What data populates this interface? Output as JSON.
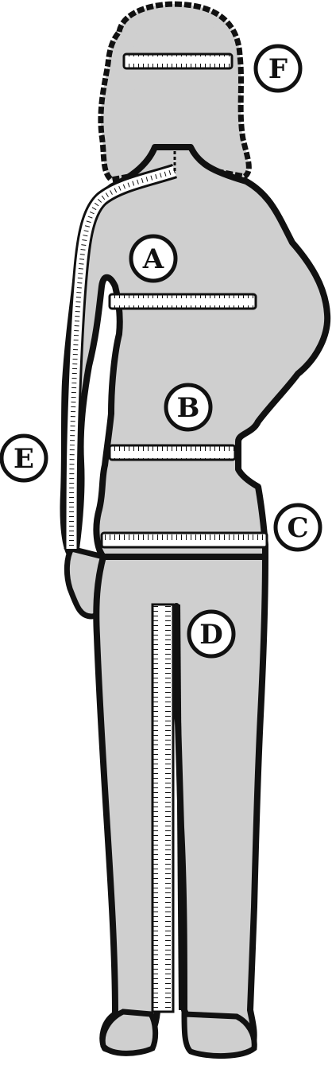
{
  "diagram": {
    "colors": {
      "body_fill": "#cfcfcf",
      "outline": "#111111",
      "tape": "#ffffff",
      "background": "#ffffff"
    },
    "labels": {
      "a": "A",
      "b": "B",
      "c": "C",
      "d": "D",
      "e": "E",
      "f": "F"
    }
  }
}
